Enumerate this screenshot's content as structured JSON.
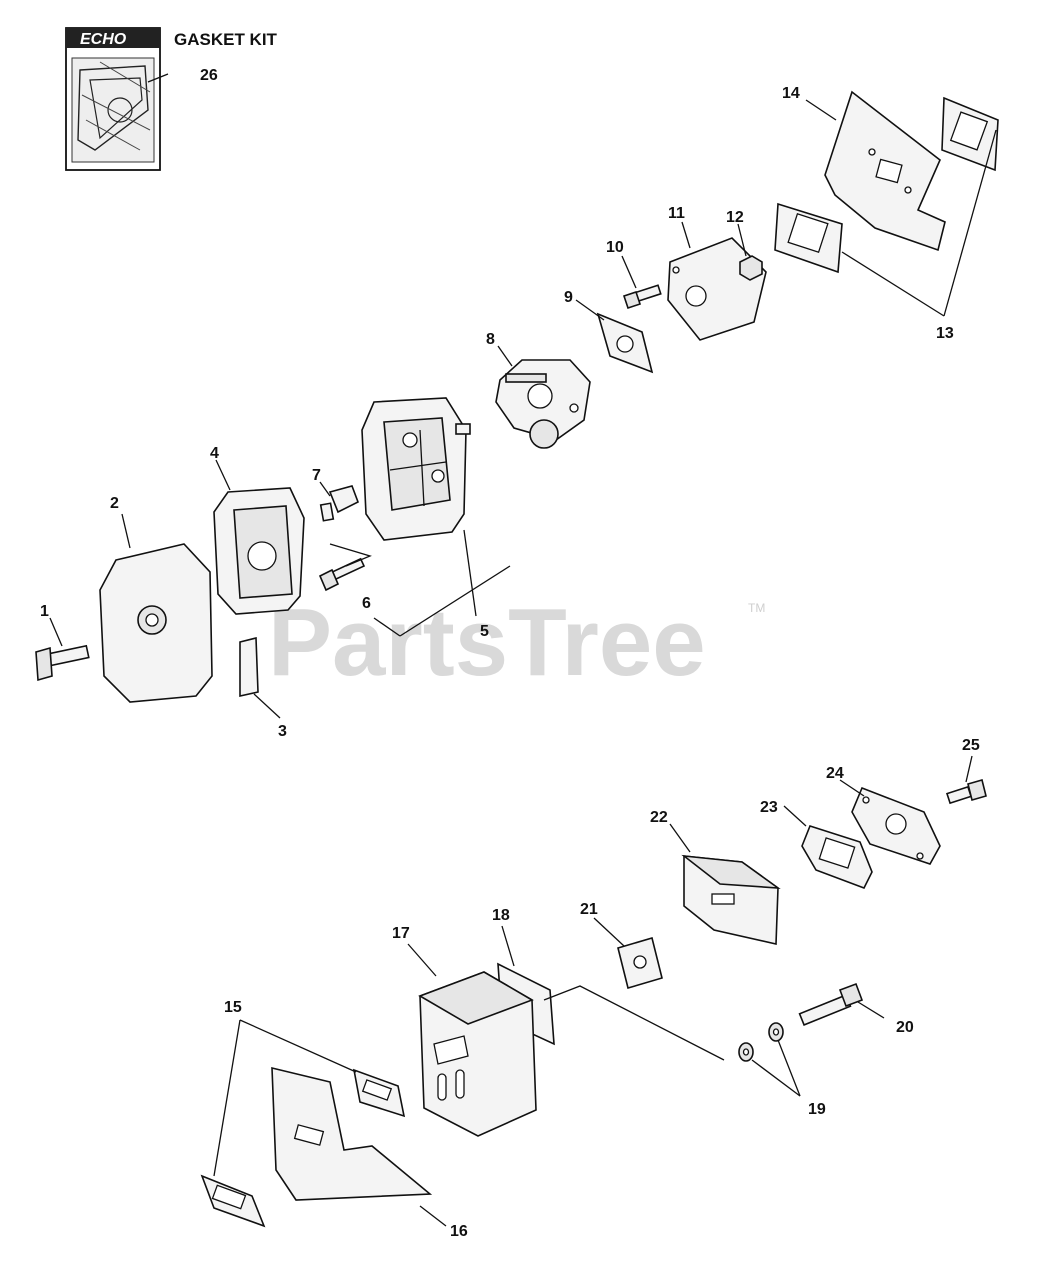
{
  "kit": {
    "title": "GASKET KIT",
    "brand_logo": "ECHO"
  },
  "watermark": {
    "text": "PartsTree",
    "tm": "TM"
  },
  "callouts": {
    "c1": "1",
    "c2": "2",
    "c3": "3",
    "c4": "4",
    "c5": "5",
    "c6": "6",
    "c7": "7",
    "c8": "8",
    "c9": "9",
    "c10": "10",
    "c11": "11",
    "c12": "12",
    "c13": "13",
    "c14": "14",
    "c15": "15",
    "c16": "16",
    "c17": "17",
    "c18": "18",
    "c19": "19",
    "c20": "20",
    "c21": "21",
    "c22": "22",
    "c23": "23",
    "c24": "24",
    "c25": "25",
    "c26": "26"
  }
}
